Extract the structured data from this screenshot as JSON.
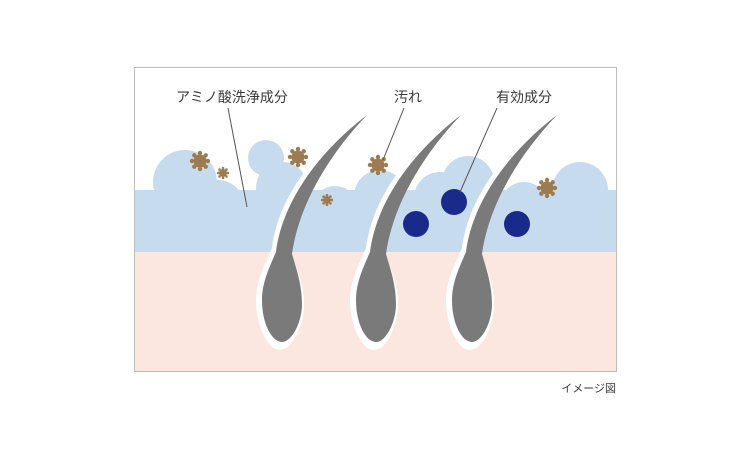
{
  "labels": {
    "amino_cleanser": "アミノ酸洗浄成分",
    "dirt": "汚れ",
    "active_ingredient": "有効成分"
  },
  "caption": "イメージ図",
  "colors": {
    "frame": "#bcbcbc",
    "foam": "#c6dcee",
    "skin": "#fbe7df",
    "hair": "#7a7a7a",
    "dirt": "#9b7b4f",
    "active": "#1a2a8a",
    "leader": "#555555"
  },
  "icons": {
    "dirt": "spiky-dirt-particle-icon",
    "active": "active-ingredient-dot-icon",
    "hair": "hair-strand-icon"
  }
}
